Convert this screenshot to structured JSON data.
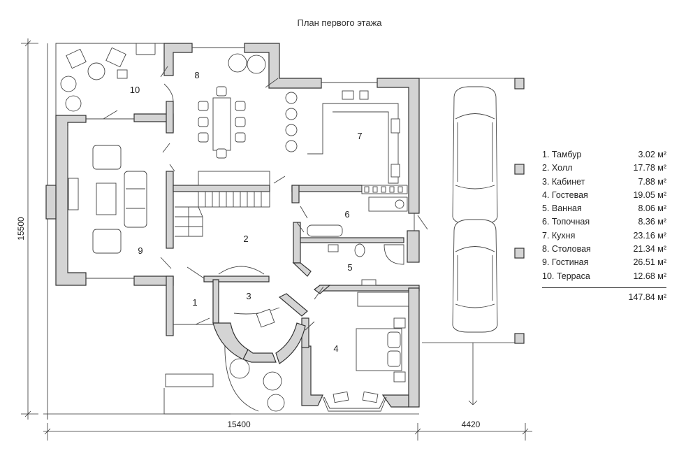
{
  "title": "План первого этажа",
  "rooms": [
    {
      "number": "1",
      "name": "Тамбур",
      "area": "3.02 м²"
    },
    {
      "number": "2",
      "name": "Холл",
      "area": "17.78 м²"
    },
    {
      "number": "3",
      "name": "Кабинет",
      "area": "7.88 м²"
    },
    {
      "number": "4",
      "name": "Гостевая",
      "area": "19.05 м²"
    },
    {
      "number": "5",
      "name": "Ванная",
      "area": "8.06 м²"
    },
    {
      "number": "6",
      "name": "Топочная",
      "area": "8.36 м²"
    },
    {
      "number": "7",
      "name": "Кухня",
      "area": "23.16 м²"
    },
    {
      "number": "8",
      "name": "Столовая",
      "area": "21.34 м²"
    },
    {
      "number": "9",
      "name": "Гостиная",
      "area": "26.51 м²"
    },
    {
      "number": "10",
      "name": "Терраса",
      "area": "12.68 м²"
    }
  ],
  "legend_labels": [
    "1. Тамбур",
    "2. Холл",
    "3. Кабинет",
    "4. Гостевая",
    "5. Ванная",
    "6. Топочная",
    "7. Кухня",
    "8. Столовая",
    "9. Гостиная",
    "10. Терраса"
  ],
  "total_area": "147.84 м²",
  "dimensions": {
    "width_house": "15400",
    "width_garage": "4420",
    "depth": "15500"
  }
}
